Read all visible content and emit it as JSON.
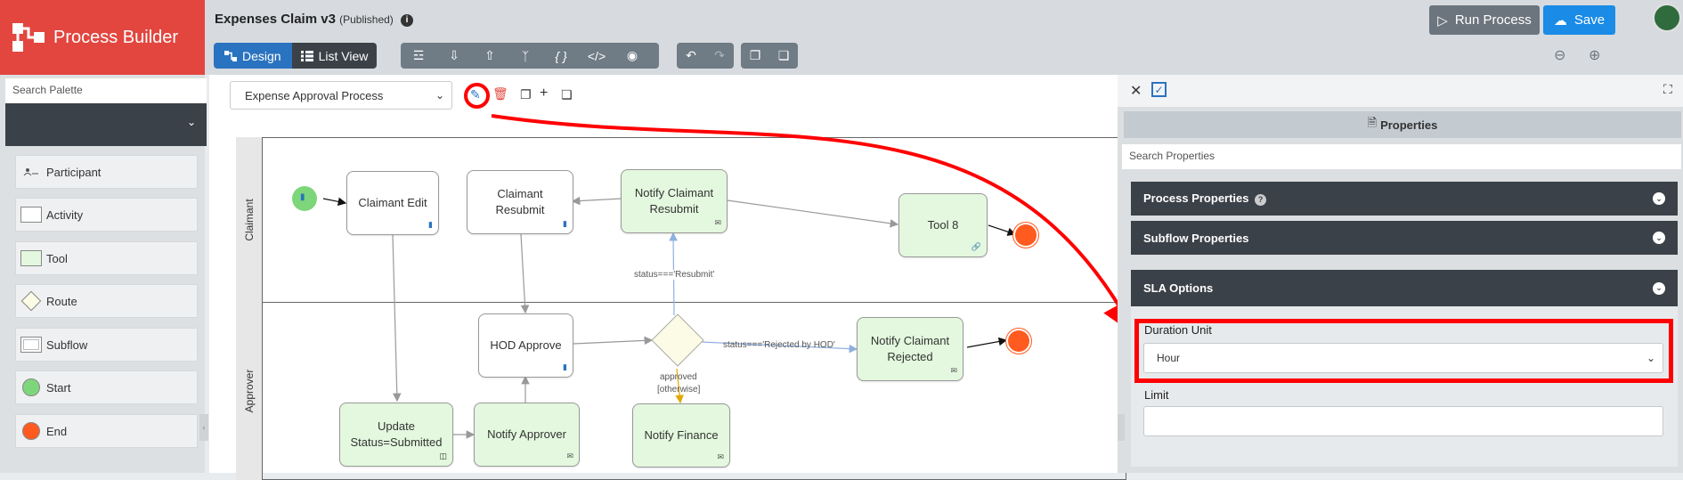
{
  "brand": {
    "title": "Process Builder"
  },
  "header": {
    "title": "Expenses Claim v3",
    "status": "(Published)",
    "design_label": "Design",
    "list_view_label": "List View",
    "run_label": "Run Process",
    "save_label": "Save"
  },
  "palette": {
    "search_placeholder": "Search Palette",
    "items": [
      {
        "label": "Participant",
        "icon": "participant-icon"
      },
      {
        "label": "Activity",
        "icon": "activity-icon"
      },
      {
        "label": "Tool",
        "icon": "tool-icon"
      },
      {
        "label": "Route",
        "icon": "route-icon"
      },
      {
        "label": "Subflow",
        "icon": "subflow-icon"
      },
      {
        "label": "Start",
        "icon": "start-icon"
      },
      {
        "label": "End",
        "icon": "end-icon"
      }
    ]
  },
  "canvas": {
    "process_select": "Expense Approval Process",
    "lanes": [
      "Claimant",
      "Approver"
    ],
    "nodes": {
      "claimant_edit": "Claimant Edit",
      "claimant_resubmit_1": "Claimant",
      "claimant_resubmit_2": "Resubmit",
      "notify_resubmit_1": "Notify Claimant",
      "notify_resubmit_2": "Resubmit",
      "tool8": "Tool 8",
      "hod_approve": "HOD Approve",
      "notify_rejected_1": "Notify Claimant",
      "notify_rejected_2": "Rejected",
      "update_status_1": "Update",
      "update_status_2": "Status=Submitted",
      "notify_approver": "Notify Approver",
      "notify_finance": "Notify Finance"
    },
    "labels": {
      "resubmit_cond": "status==='Resubmit'",
      "rejected_cond": "status==='Rejected by HOD'",
      "approved": "approved",
      "otherwise": "[otherwise]"
    }
  },
  "properties": {
    "title": "Properties",
    "search_placeholder": "Search Properties",
    "sections": {
      "process": "Process Properties",
      "subflow": "Subflow Properties",
      "sla": "SLA Options"
    },
    "duration_unit_label": "Duration Unit",
    "duration_unit_value": "Hour",
    "limit_label": "Limit",
    "limit_value": ""
  },
  "colors": {
    "brand": "#e2463f",
    "primary": "#2a73c0",
    "save": "#1a8be6",
    "annotation": "#ff0000",
    "tool_fill": "#e3f8de",
    "start": "#7ed67a",
    "end": "#ff5a1f"
  }
}
